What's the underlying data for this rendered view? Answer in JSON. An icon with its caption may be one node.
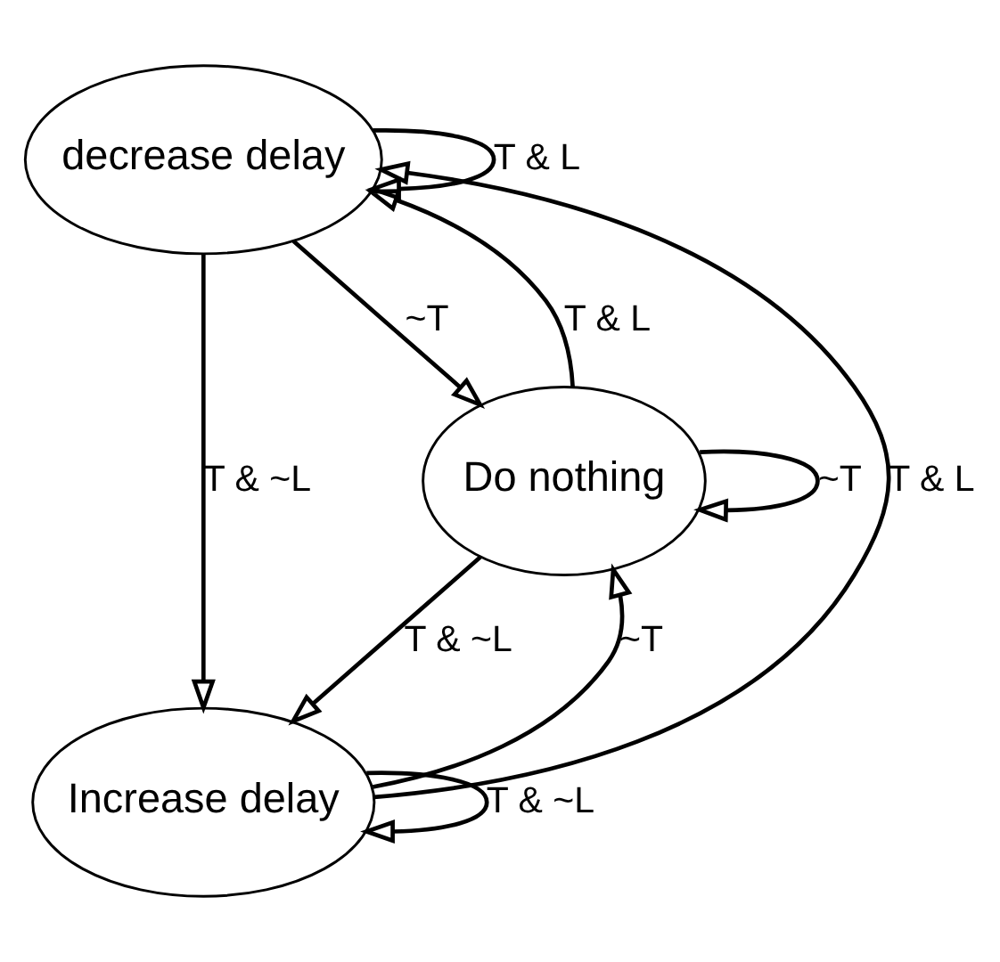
{
  "diagram": {
    "nodes": [
      {
        "text": [
          "decrease delay"
        ]
      },
      {
        "text": [
          "Increase delay"
        ]
      },
      {
        "text": [
          "Do nothing"
        ]
      }
    ],
    "edges": [
      {
        "from": 0,
        "to": 0,
        "arrow": "to",
        "label": "T & L"
      },
      {
        "from": 2,
        "to": 0,
        "arrow": "to",
        "label": "T & L"
      },
      {
        "from": 0,
        "to": 2,
        "arrow": "to",
        "label": "~T"
      },
      {
        "from": 0,
        "to": 1,
        "arrow": "to",
        "label": "T & ~L"
      },
      {
        "from": 1,
        "to": 0,
        "arrow": "to",
        "label": "T & L"
      },
      {
        "from": 2,
        "to": 2,
        "arrow": "to",
        "label": "~T"
      },
      {
        "from": 1,
        "to": 2,
        "arrow": "to",
        "label": "~T"
      },
      {
        "from": 2,
        "to": 1,
        "arrow": "to",
        "label": "T & ~L"
      },
      {
        "from": 1,
        "to": 1,
        "arrow": "to",
        "label": "T & ~L"
      }
    ]
  }
}
